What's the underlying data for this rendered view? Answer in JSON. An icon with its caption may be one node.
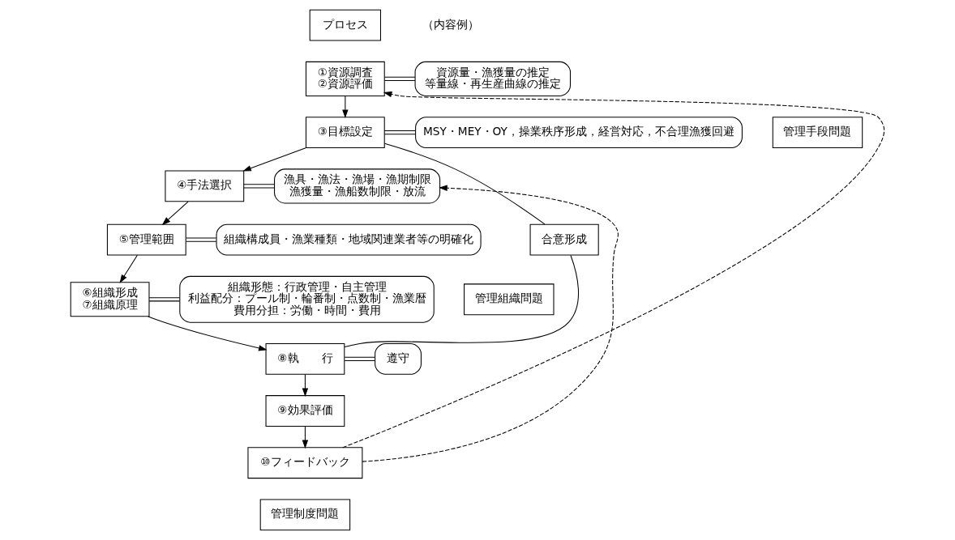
{
  "diagram": {
    "nodes": [
      {
        "text": [
          "プロセス"
        ]
      },
      {
        "text": [
          "①資源調査",
          "②資源評価"
        ]
      },
      {
        "text": [
          "③目標設定"
        ]
      },
      {
        "text": [
          "④手法選択"
        ]
      },
      {
        "text": [
          "⑤管理範囲"
        ]
      },
      {
        "text": [
          "⑥組織形成",
          "⑦組織原理"
        ]
      },
      {
        "text": [
          "⑧執　　行"
        ]
      },
      {
        "text": [
          "⑨効果評価"
        ]
      },
      {
        "text": [
          "⑩フィードバック"
        ]
      },
      {
        "text": [
          "合意形成"
        ]
      },
      {
        "text": [
          "資源量・漁獲量の推定",
          "等量線・再生産曲線の推定"
        ]
      },
      {
        "text": [
          "MSY・MEY・OY，操業秩序形成，経営対応，不合理漁獲回避"
        ]
      },
      {
        "text": [
          "漁具・漁法・漁場・漁期制限",
          "漁獲量・漁船数制限・放流"
        ]
      },
      {
        "text": [
          "組織構成員・漁業種類・地域関連業者等の明確化"
        ]
      },
      {
        "text": [
          "組織形態：行政管理・自主管理",
          "利益配分：プール制・輪番制・点数制・漁業暦",
          "費用分担：労働・時間・費用"
        ]
      },
      {
        "text": [
          "遵守"
        ]
      },
      {
        "text": [
          "管理手段問題"
        ]
      },
      {
        "text": [
          "管理組織問題"
        ]
      },
      {
        "text": [
          "管理制度問題"
        ]
      }
    ],
    "edges": [
      {
        "from": 1,
        "to": 2,
        "arrow": "to"
      },
      {
        "from": 2,
        "to": 3,
        "arrow": "to"
      },
      {
        "from": 3,
        "to": 4,
        "arrow": "to"
      },
      {
        "from": 4,
        "to": 5,
        "arrow": "to"
      },
      {
        "from": 5,
        "to": 6,
        "arrow": "to"
      },
      {
        "from": 6,
        "to": 7,
        "arrow": "to"
      },
      {
        "from": 7,
        "to": 8,
        "arrow": "to"
      },
      {
        "from": 8,
        "to": 1,
        "arrow": "to",
        "style": "dashed"
      },
      {
        "from": 8,
        "to": 12,
        "arrow": "to",
        "style": "dashed"
      },
      {
        "from": 1,
        "to": 10,
        "arrow": "none"
      },
      {
        "from": 2,
        "to": 11,
        "arrow": "none"
      },
      {
        "from": 3,
        "to": 12,
        "arrow": "none"
      },
      {
        "from": 4,
        "to": 13,
        "arrow": "none"
      },
      {
        "from": 5,
        "to": 14,
        "arrow": "none"
      },
      {
        "from": 6,
        "to": 15,
        "arrow": "none"
      },
      {
        "from": 2,
        "to": 9,
        "arrow": "none"
      },
      {
        "from": 9,
        "to": 6,
        "arrow": "none"
      }
    ],
    "labels": [
      "（内容例）"
    ]
  }
}
